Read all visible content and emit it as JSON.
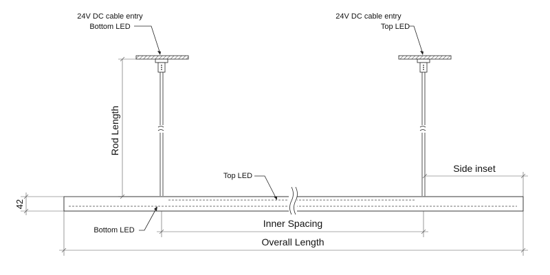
{
  "labels": {
    "left_callout_line1": "24V DC cable entry",
    "left_callout_line2": "Bottom LED",
    "right_callout_line1": "24V DC cable entry",
    "right_callout_line2": "Top LED",
    "rod_length": "Rod Length",
    "side_inset": "Side inset",
    "top_led": "Top LED",
    "bottom_led": "Bottom LED",
    "inner_spacing": "Inner Spacing",
    "overall_length": "Overall Length",
    "height_value": "42"
  },
  "colors": {
    "line": "#222222",
    "dimension": "#555555",
    "background": "#ffffff"
  }
}
